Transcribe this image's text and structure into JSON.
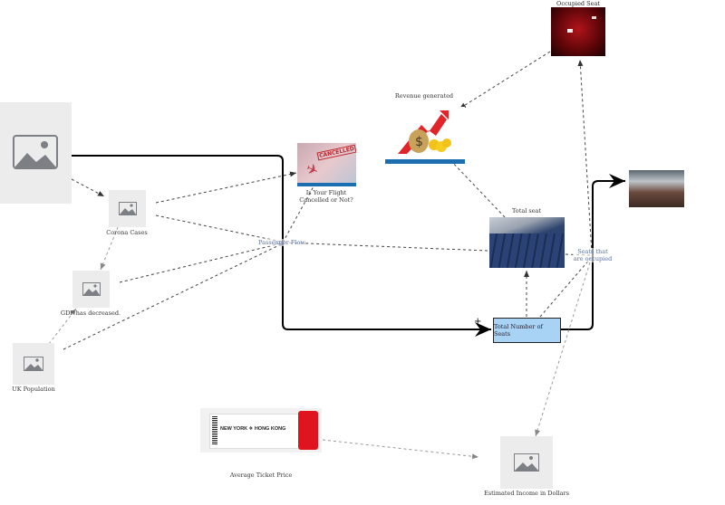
{
  "nodes": {
    "corona": "Corona Cases",
    "gdp": "GDP has decreased.",
    "uk_population": "UK Population",
    "flight_cancelled": "Is Your Flight Cancelled or Not?",
    "passenger_flow": "Passenger Flow",
    "revenue": "Revenue generated",
    "occupied_seat": "Occupied Seat",
    "total_seat": "Total seat",
    "seats_occupied": "Seats that are occupied",
    "total_number_of_seats": "Total Number of Seats",
    "average_ticket_price": "Average Ticket Price",
    "estimated_income": "Estimated Income in Dollars"
  },
  "ticket": {
    "route_from": "NEW YORK",
    "route_to": "HONG KONG",
    "stamp": "CANCELLED"
  },
  "polarity_plus": "+",
  "colors": {
    "box_fill": "#a8d3f5",
    "placeholder": "#ececec",
    "placeholder_icon": "#7c8085",
    "link_label": "#5a6f96"
  }
}
